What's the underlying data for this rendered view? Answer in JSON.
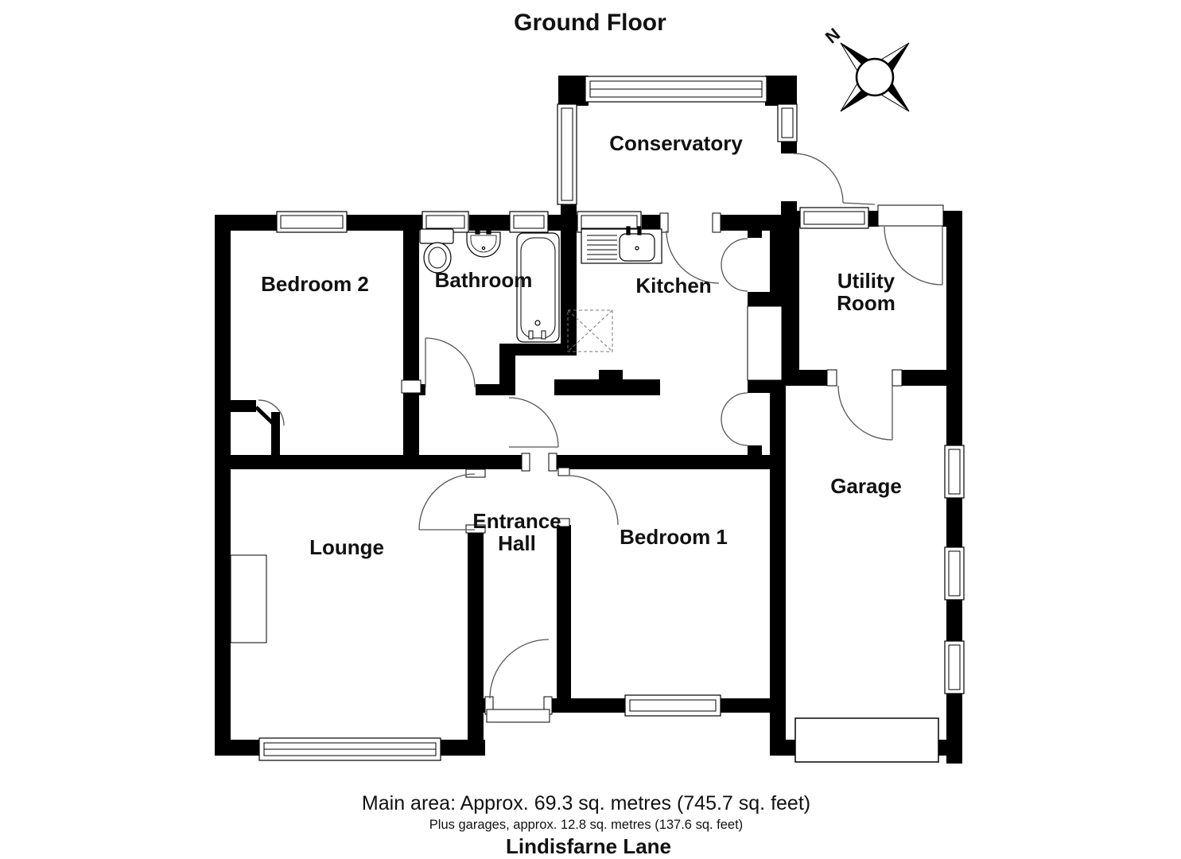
{
  "title": "Ground Floor",
  "compass": {
    "north_label": "N"
  },
  "rooms": {
    "conservatory": {
      "label": "Conservatory"
    },
    "bedroom2": {
      "label": "Bedroom 2"
    },
    "bathroom": {
      "label": "Bathroom"
    },
    "kitchen": {
      "label": "Kitchen"
    },
    "utility": {
      "lines": [
        "Utility",
        "Room"
      ]
    },
    "garage": {
      "label": "Garage"
    },
    "lounge": {
      "label": "Lounge"
    },
    "entrance_hall": {
      "lines": [
        "Entrance",
        "Hall"
      ]
    },
    "bedroom1": {
      "label": "Bedroom 1"
    }
  },
  "footer": {
    "main_area": "Main area: Approx. 69.3 sq. metres (745.7 sq. feet)",
    "garage_area": "Plus garages, approx. 12.8 sq. metres (137.6 sq. feet)",
    "street": "Lindisfarne Lane"
  },
  "colors": {
    "wall": "#000000",
    "background": "#ffffff",
    "line": "#444444"
  }
}
